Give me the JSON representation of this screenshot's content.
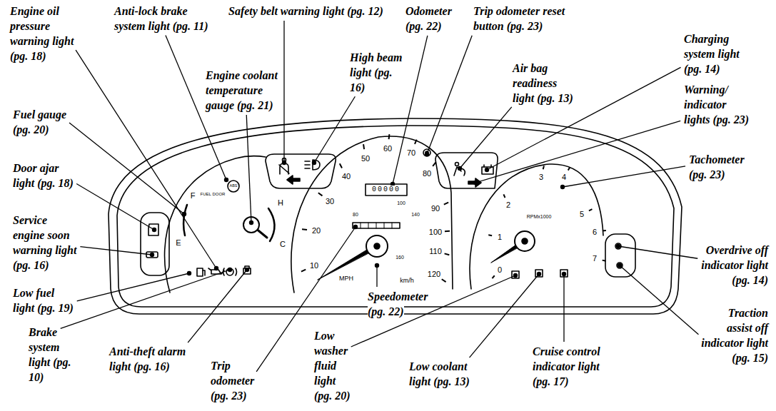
{
  "diagram": {
    "labels": [
      "Engine oil pressure warning light (pg. 18)",
      "Anti-lock brake system light (pg. 11)",
      "Safety belt warning light (pg. 12)",
      "Odometer (pg. 22)",
      "Trip odometer reset button (pg. 23)",
      "Charging system light (pg. 14)",
      "High beam light (pg. 16)",
      "Air bag readiness light (pg. 13)",
      "Engine coolant temperature gauge (pg. 21)",
      "Warning/ indicator lights (pg. 23)",
      "Fuel gauge (pg. 20)",
      "Tachometer (pg. 23)",
      "Door ajar light (pg. 18)",
      "Service engine soon warning light (pg. 16)",
      "Overdrive off indicator light (pg. 14)",
      "Low fuel light (pg. 19)",
      "Speedometer (pg. 22)",
      "Traction assist off indicator light (pg. 15)",
      "Brake system light (pg. 10)",
      "Low washer fluid light (pg. 20)",
      "Anti-theft alarm light (pg. 16)",
      "Cruise control indicator light (pg. 17)",
      "Trip odometer (pg. 23)",
      "Low coolant light (pg. 13)",
      "ABS",
      "F",
      "FUEL DOOR",
      "H",
      "E",
      "C",
      "10",
      "20",
      "30",
      "40",
      "50",
      "60",
      "70",
      "80",
      "90",
      "100",
      "110",
      "120",
      "00000",
      "80",
      "100",
      "140",
      "160",
      "MPH",
      "km/h",
      "0",
      "1",
      "2",
      "3",
      "4",
      "5",
      "6",
      "7",
      "RPMx1000"
    ]
  }
}
